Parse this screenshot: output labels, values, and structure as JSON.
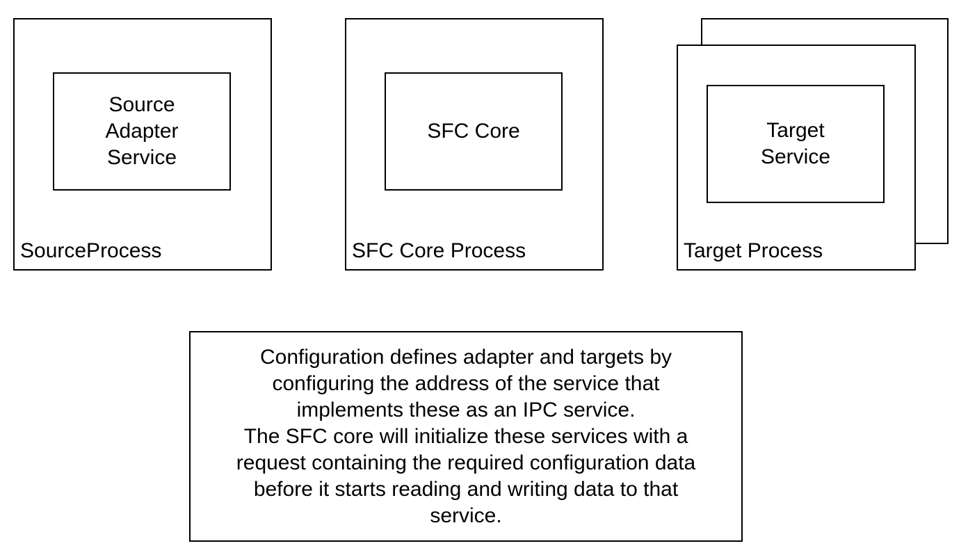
{
  "diagram": {
    "source_process": {
      "label": "SourceProcess",
      "service": "Source\nAdapter\nService"
    },
    "core_process": {
      "label": "SFC Core Process",
      "service": "SFC Core"
    },
    "target_process": {
      "label": "Target Process",
      "service": "Target\nService"
    },
    "note": "Configuration defines adapter and targets by\nconfiguring the address of the service that\nimplements these as an IPC service.\nThe SFC core will initialize these services with a\nrequest containing the required configuration data\nbefore it starts reading and writing data to that\nservice."
  }
}
